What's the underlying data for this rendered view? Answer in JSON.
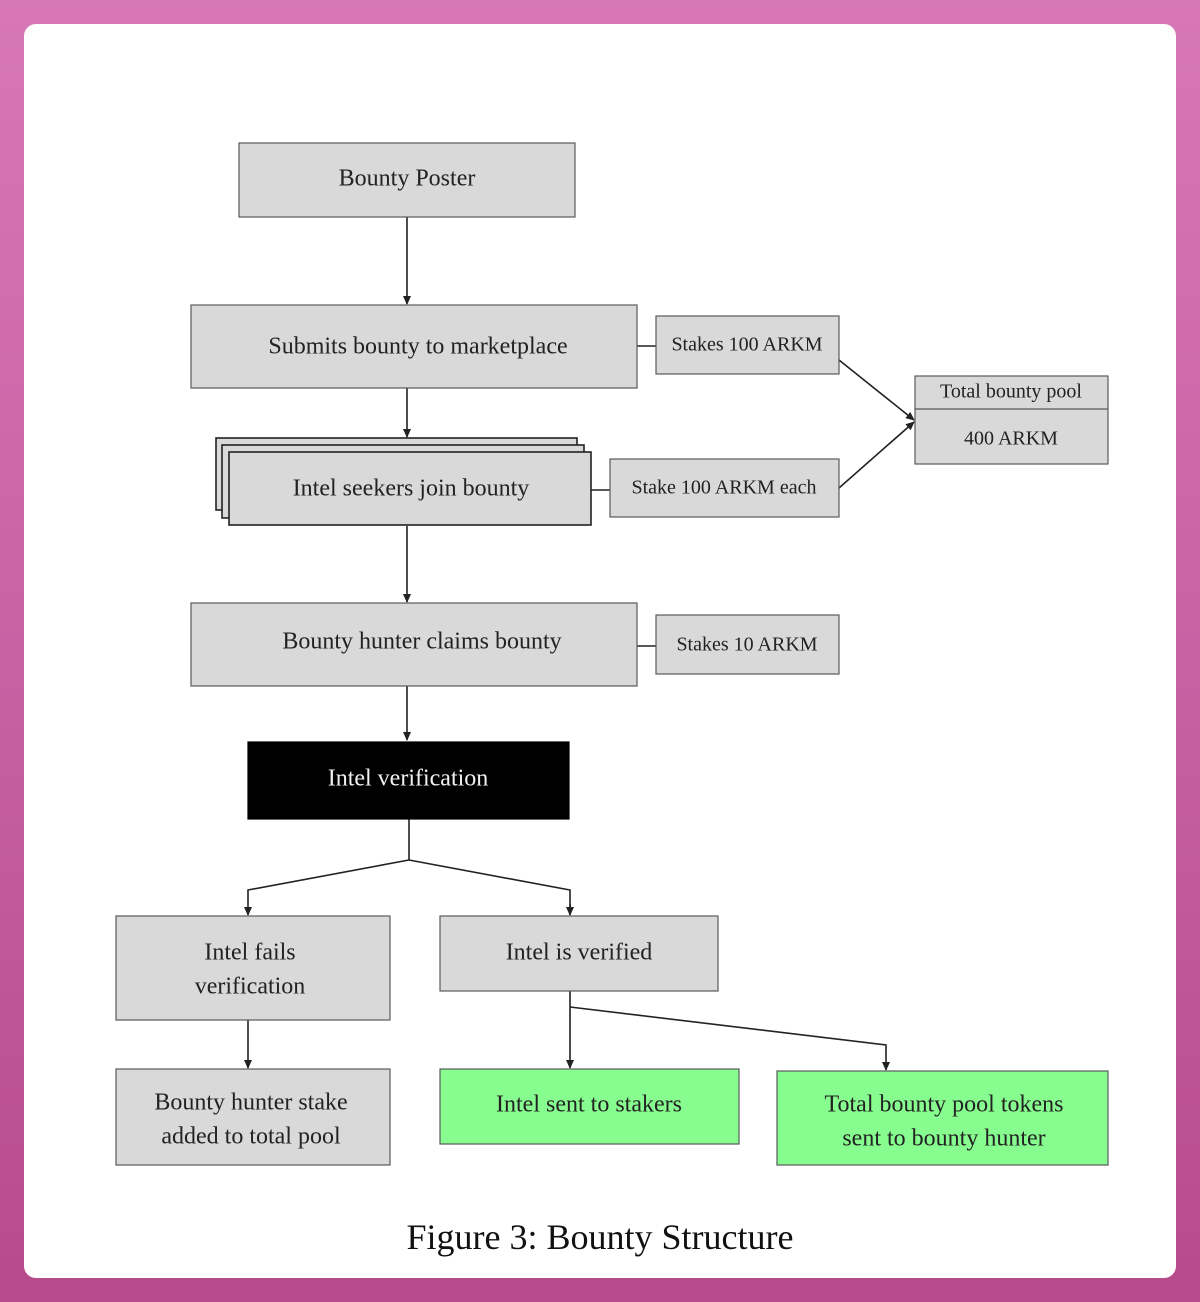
{
  "figure": {
    "caption": "Figure 3: Bounty Structure"
  },
  "nodes": {
    "bounty_poster": "Bounty Poster",
    "submits_bounty": "Submits bounty to marketplace",
    "stakes_100": "Stakes 100 ARKM",
    "total_pool_title": "Total bounty pool",
    "total_pool_value": "400 ARKM",
    "intel_seekers": "Intel seekers join bounty",
    "stake_100_each": "Stake 100 ARKM each",
    "hunter_claims": "Bounty hunter claims bounty",
    "stakes_10": "Stakes 10 ARKM",
    "intel_verification": "Intel verification",
    "intel_fails": [
      "Intel fails",
      "verification"
    ],
    "intel_verified": "Intel is verified",
    "stake_added": [
      "Bounty hunter stake",
      "added to total pool"
    ],
    "intel_sent": "Intel sent to stakers",
    "pool_sent": [
      "Total bounty pool tokens",
      "sent to bounty hunter"
    ]
  },
  "colors": {
    "node_fill": "#d9d9d9",
    "verification_fill": "#000000",
    "success_fill": "#88fd8f"
  }
}
